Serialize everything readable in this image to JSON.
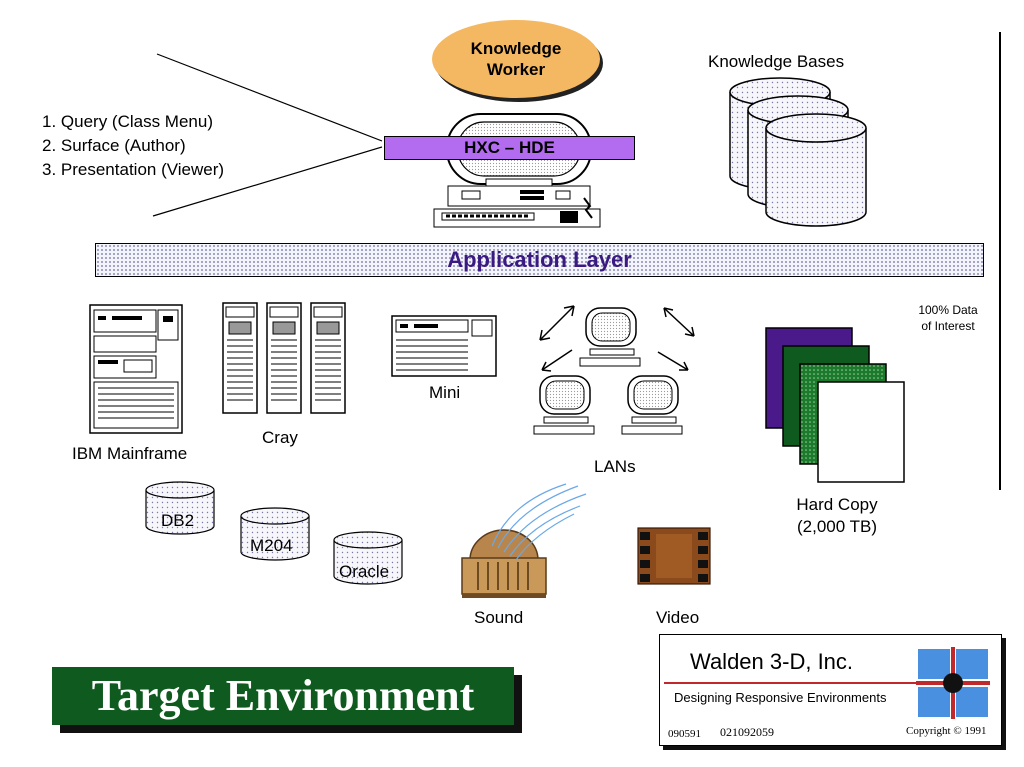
{
  "title": "Target Environment",
  "left_list": [
    "1.  Query  (Class Menu)",
    "2.  Surface (Author)",
    "3.  Presentation (Viewer)"
  ],
  "knowledge_worker": [
    "Knowledge",
    "Worker"
  ],
  "hxc_hde": "HXC  –  HDE",
  "knowledge_bases": "Knowledge Bases",
  "application_layer": "Application Layer",
  "labels": {
    "ibm_mainframe": "IBM Mainframe",
    "cray": "Cray",
    "mini": "Mini",
    "lans": "LANs",
    "data_interest": [
      "100% Data",
      "of Interest"
    ],
    "hard_copy": [
      "Hard Copy",
      "(2,000 TB)"
    ],
    "db2": "DB2",
    "m204": "M204",
    "oracle": "Oracle",
    "sound": "Sound",
    "video": "Video"
  },
  "logo": {
    "company": "Walden 3-D, Inc.",
    "tagline": "Designing Responsive Environments",
    "code1": "090591",
    "code2": "021092059",
    "copyright": "Copyright © 1991"
  },
  "colors": {
    "knowledge_worker": "#f5b862",
    "hxc_bar": "#b36bf0",
    "application_layer_text": "#3a1a80",
    "title_bg": "#0f5a1f",
    "hard_copy_1": "#4b1a8a",
    "hard_copy_2": "#0f5a1f",
    "hard_copy_3": "#1c7a2c",
    "logo_blue": "#4a90e0",
    "logo_red": "#c0282c"
  }
}
